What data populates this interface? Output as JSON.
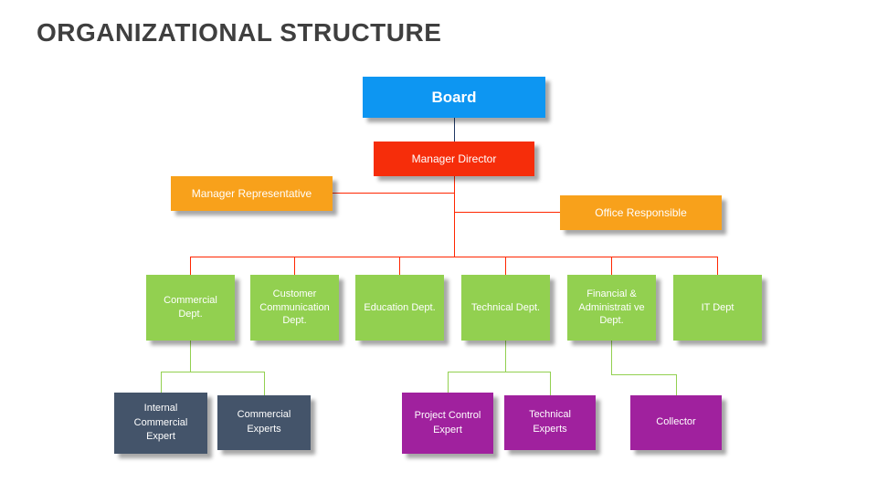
{
  "title": "ORGANIZATIONAL STRUCTURE",
  "nodes": {
    "board": "Board",
    "manager_director": "Manager Director",
    "manager_representative": "Manager Representative",
    "office_responsible": "Office Responsible"
  },
  "departments": [
    {
      "label": "Commercial Dept."
    },
    {
      "label": "Customer Communication Dept."
    },
    {
      "label": "Education Dept."
    },
    {
      "label": "Technical Dept."
    },
    {
      "label": "Financial & Administrati ve Dept."
    },
    {
      "label": "IT Dept"
    }
  ],
  "experts": [
    {
      "label": "Internal Commercial Expert",
      "parent": "Commercial Dept."
    },
    {
      "label": "Commercial Experts",
      "parent": "Commercial Dept."
    },
    {
      "label": "Project Control Expert",
      "parent": "Technical Dept."
    },
    {
      "label": "Technical Experts",
      "parent": "Technical Dept."
    },
    {
      "label": "Collector",
      "parent": "Financial & Administrati ve Dept."
    }
  ],
  "colors": {
    "board": "#0d96f2",
    "manager_director": "#f62d0a",
    "orange": "#f8a11b",
    "department": "#92d050",
    "expert_dark": "#44546a",
    "expert_purple": "#a0219e",
    "line_red": "#ff2600",
    "line_navy": "#1f3864",
    "line_green": "#92d050",
    "title": "#3f3f3f"
  }
}
